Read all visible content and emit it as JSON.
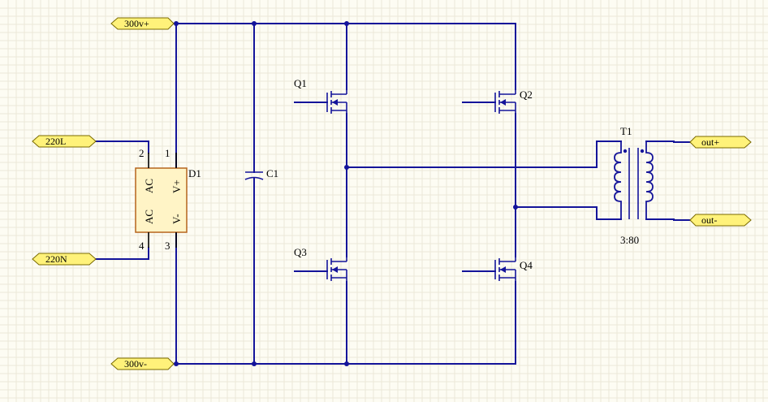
{
  "ports": {
    "p300_plus": "300v+",
    "p300_minus": "300v-",
    "p220L": "220L",
    "p220N": "220N",
    "out_plus": "out+",
    "out_minus": "out-"
  },
  "bridge_rectifier": {
    "designator": "D1",
    "pins": [
      "1",
      "2",
      "3",
      "4"
    ],
    "inside_left_top": "AC",
    "inside_left_bottom": "AC",
    "inside_right_top": "V+",
    "inside_right_bottom": "V-"
  },
  "capacitor": {
    "designator": "C1"
  },
  "mosfets": {
    "q1": "Q1",
    "q2": "Q2",
    "q3": "Q3",
    "q4": "Q4"
  },
  "transformer": {
    "designator": "T1",
    "ratio": "3:80"
  },
  "colors": {
    "wire": "#14149a",
    "port_fill": "#fff27a",
    "component_fill": "#fff4c6",
    "background": "#fdfcf3"
  }
}
